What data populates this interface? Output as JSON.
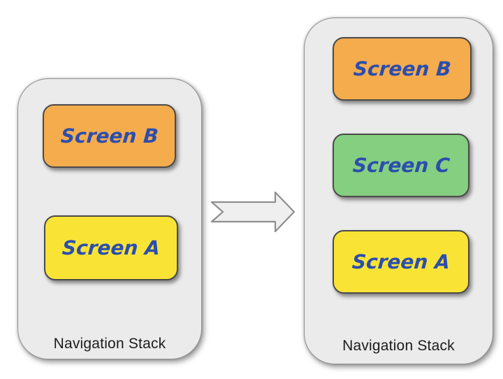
{
  "stacks": {
    "before": {
      "label": "Navigation Stack",
      "screens": [
        {
          "label": "Screen B",
          "color": "#f5ac4d"
        },
        {
          "label": "Screen A",
          "color": "#f9e436"
        }
      ]
    },
    "after": {
      "label": "Navigation Stack",
      "screens": [
        {
          "label": "Screen B",
          "color": "#f5ac4d"
        },
        {
          "label": "Screen C",
          "color": "#85cf80"
        },
        {
          "label": "Screen A",
          "color": "#f9e436"
        }
      ]
    }
  },
  "arrow": {
    "direction": "right",
    "fill": "#efefef",
    "border": "#8f8f8f"
  },
  "colors": {
    "canvas_bg": "#ffffff",
    "stack_fill": "#ebebeb",
    "stack_border": "#8f8f8f",
    "card_border": "#4a4a4a",
    "screen_text": "#2b4eae",
    "caption_text": "#1c1c1c"
  }
}
